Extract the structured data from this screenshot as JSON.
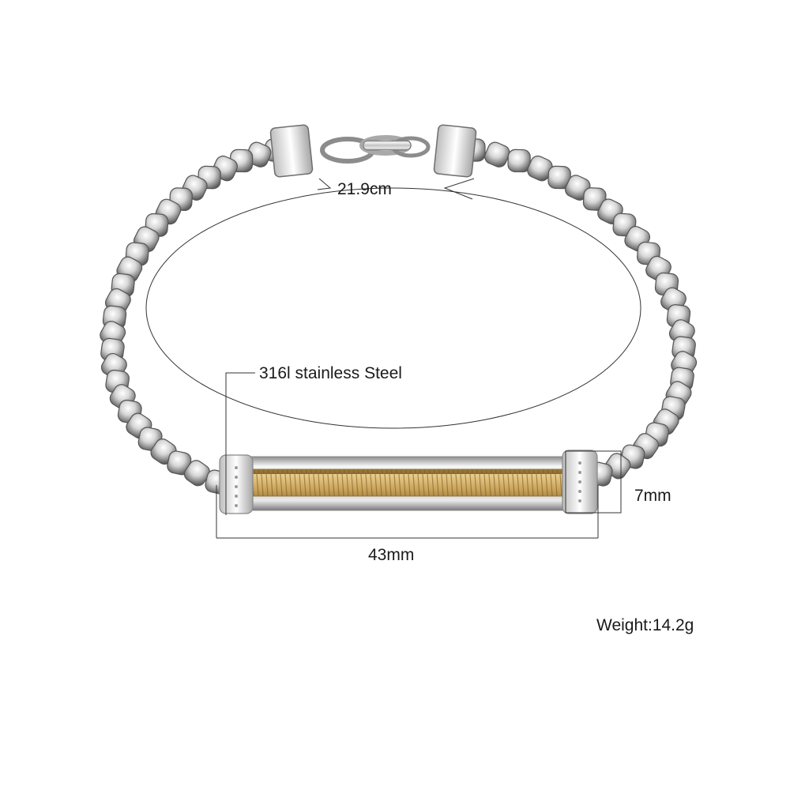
{
  "annotations": {
    "circumference": "21.9cm",
    "material": "316l stainless Steel",
    "bar_width": "7mm",
    "bar_length": "43mm",
    "weight": "Weight:14.2g"
  },
  "colors": {
    "steel_light": "#f4f4f4",
    "steel_mid": "#c9c9c9",
    "steel_dark": "#6e6e6e",
    "gold": "#c9a25a",
    "gold_dark": "#8a6a2e",
    "line": "#333333"
  },
  "icons": [
    "bracelet-photo",
    "circumference-ellipse",
    "dimension-lines"
  ]
}
